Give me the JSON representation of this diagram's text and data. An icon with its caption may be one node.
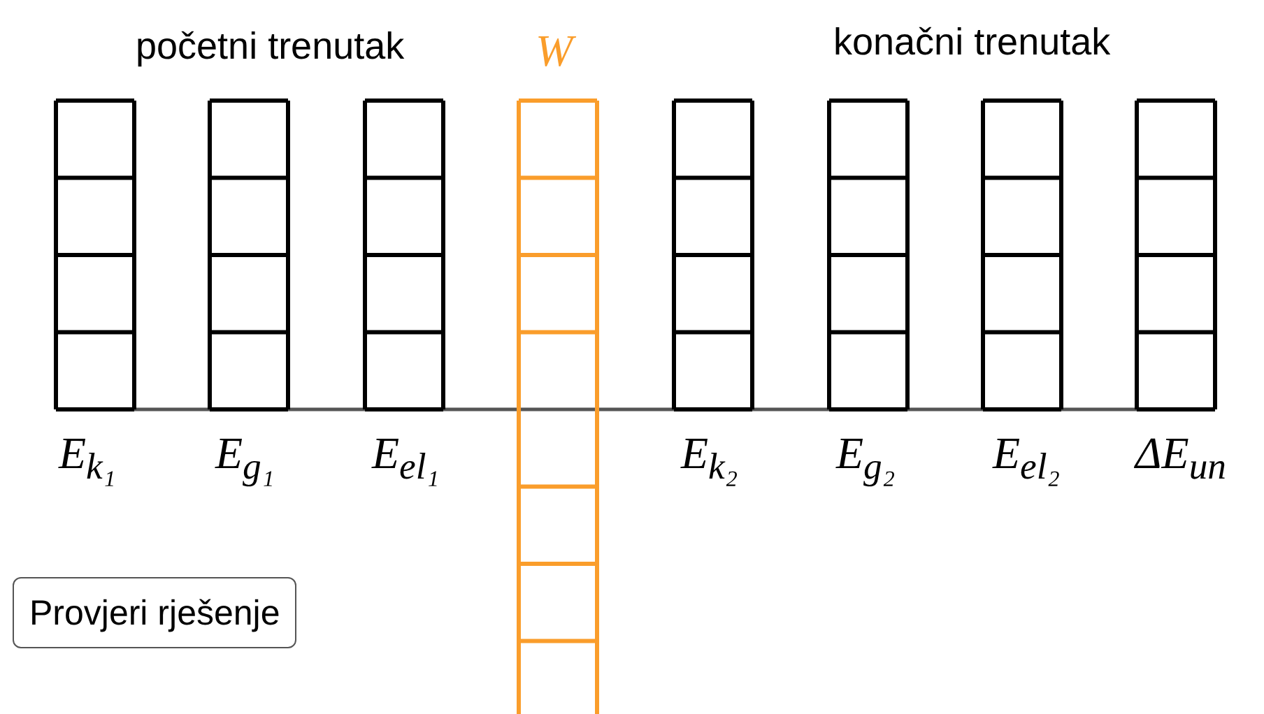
{
  "diagram": {
    "labels": [
      "početni trenutak",
      "W",
      "konačni trenutak",
      "E$_{k₁}$",
      "E$_{g₁}$",
      "E$_{el₁}$",
      "E$_{k₂}$",
      "E$_{g₂}$",
      "E$_{el₂}$",
      "ΔE$_{un}$",
      "Provjeri rješenje"
    ]
  }
}
